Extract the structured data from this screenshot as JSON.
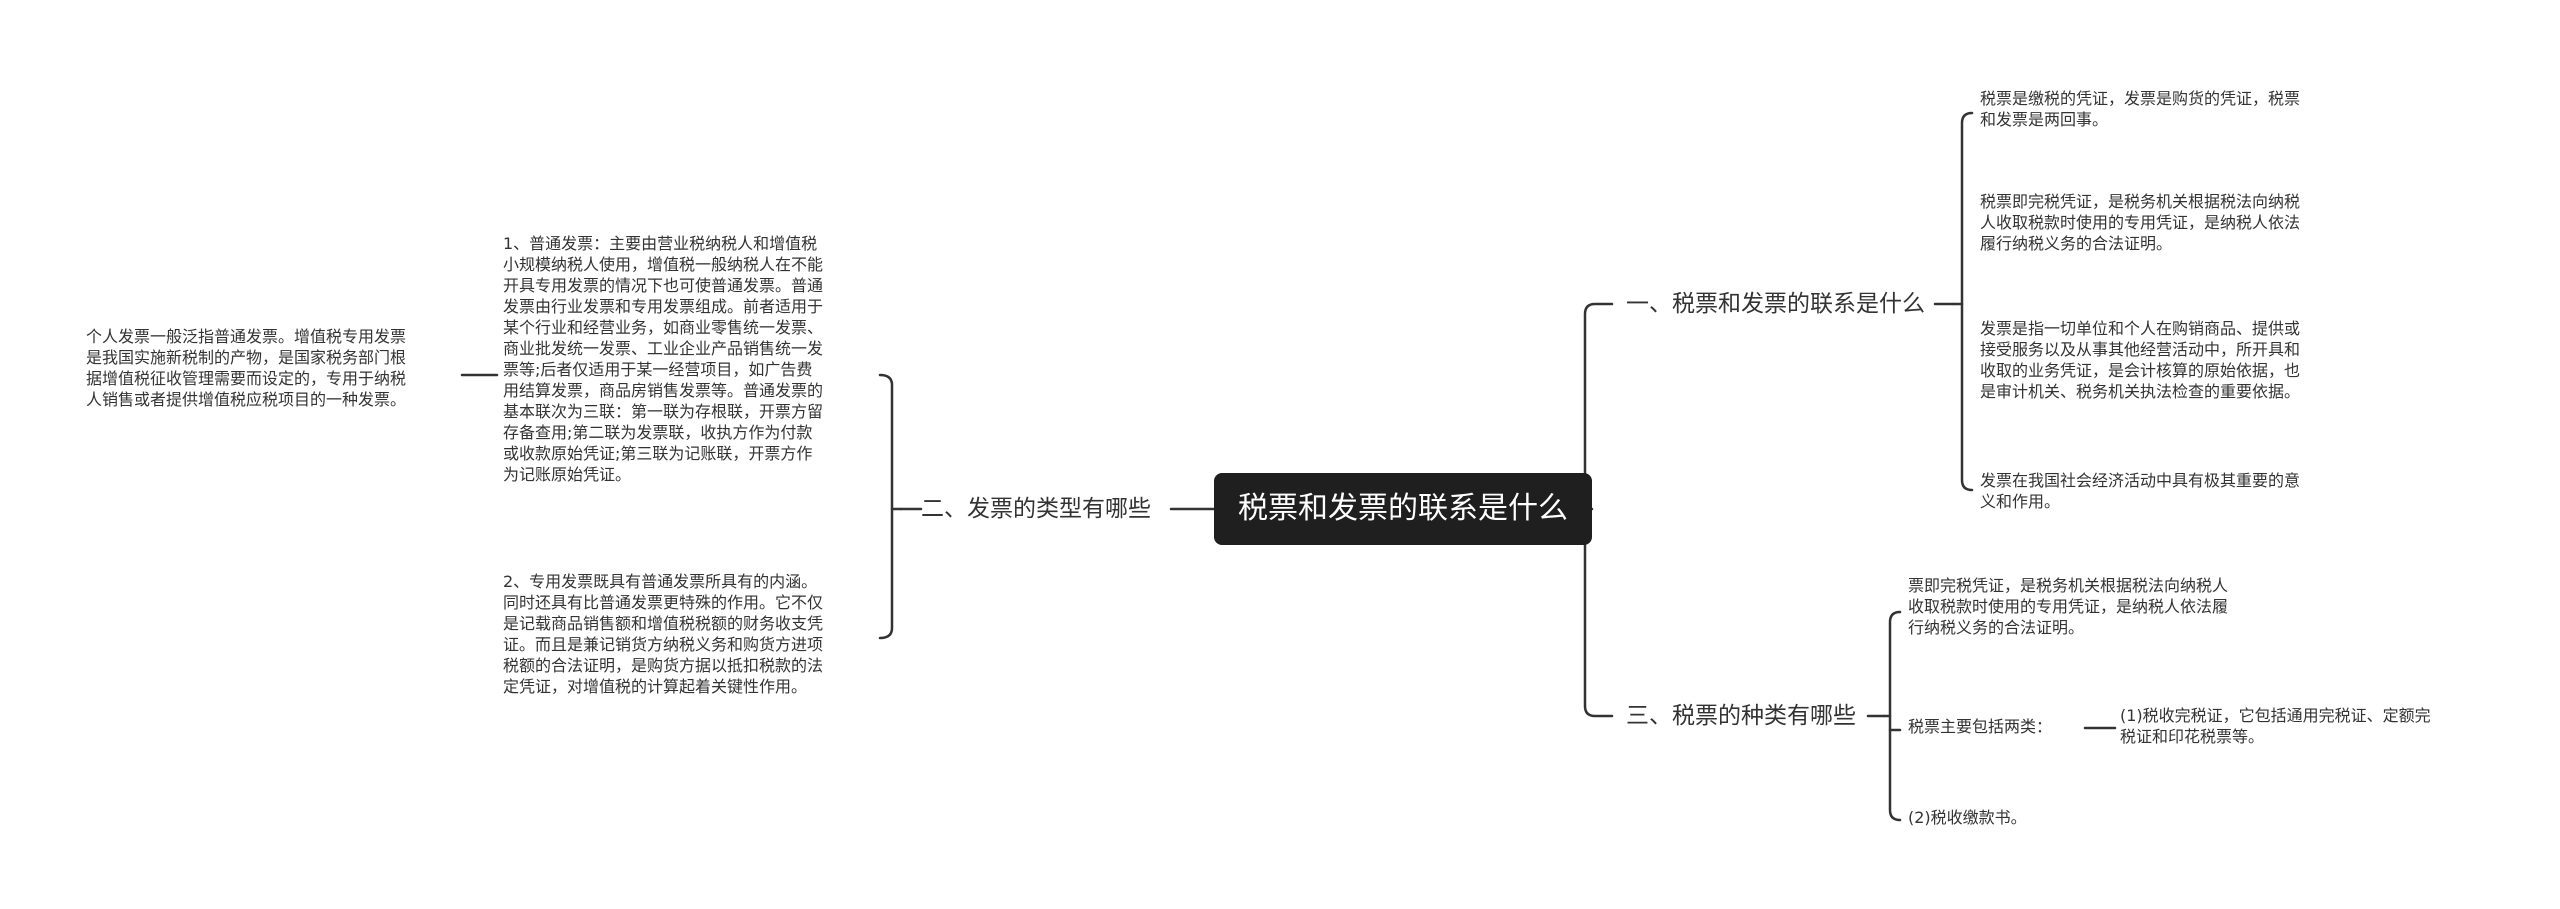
{
  "root": {
    "title": "税票和发票的联系是什么"
  },
  "right": {
    "branch1": {
      "label": "一、税票和发票的联系是什么",
      "items": [
        "税票是缴税的凭证，发票是购货的凭证，税票\n和发票是两回事。",
        "税票即完税凭证，是税务机关根据税法向纳税\n人收取税款时使用的专用凭证，是纳税人依法\n履行纳税义务的合法证明。",
        "发票是指一切单位和个人在购销商品、提供或\n接受服务以及从事其他经营活动中，所开具和\n收取的业务凭证，是会计核算的原始依据，也\n是审计机关、税务机关执法检查的重要依据。",
        "发票在我国社会经济活动中具有极其重要的意\n义和作用。"
      ]
    },
    "branch3": {
      "label": "三、税票的种类有哪些",
      "items": [
        "票即完税凭证，是税务机关根据税法向纳税人\n收取税款时使用的专用凭证，是纳税人依法履\n行纳税义务的合法证明。",
        "税票主要包括两类：",
        "(2)税收缴款书。"
      ],
      "sub": "(1)税收完税证，它包括通用完税证、定额完\n税证和印花税票等。"
    }
  },
  "left": {
    "branch2": {
      "label": "二、发票的类型有哪些",
      "items": [
        "1、普通发票：主要由营业税纳税人和增值税\n小规模纳税人使用，增值税一般纳税人在不能\n开具专用发票的情况下也可使普通发票。普通\n发票由行业发票和专用发票组成。前者适用于\n某个行业和经营业务，如商业零售统一发票、\n商业批发统一发票、工业企业产品销售统一发\n票等;后者仅适用于某一经营项目，如广告费\n用结算发票，商品房销售发票等。普通发票的\n基本联次为三联：第一联为存根联，开票方留\n存备查用;第二联为发票联，收执方作为付款\n或收款原始凭证;第三联为记账联，开票方作\n为记账原始凭证。",
        "2、专用发票既具有普通发票所具有的内涵。\n同时还具有比普通发票更特殊的作用。它不仅\n是记载商品销售额和增值税税额的财务收支凭\n证。而且是兼记销货方纳税义务和购货方进项\n税额的合法证明，是购货方据以抵扣税款的法\n定凭证，对增值税的计算起着关键性作用。"
      ],
      "sub": "个人发票一般泛指普通发票。增值税专用发票\n是我国实施新税制的产物，是国家税务部门根\n据增值税征收管理需要而设定的，专用于纳税\n人销售或者提供增值税应税项目的一种发票。"
    }
  }
}
